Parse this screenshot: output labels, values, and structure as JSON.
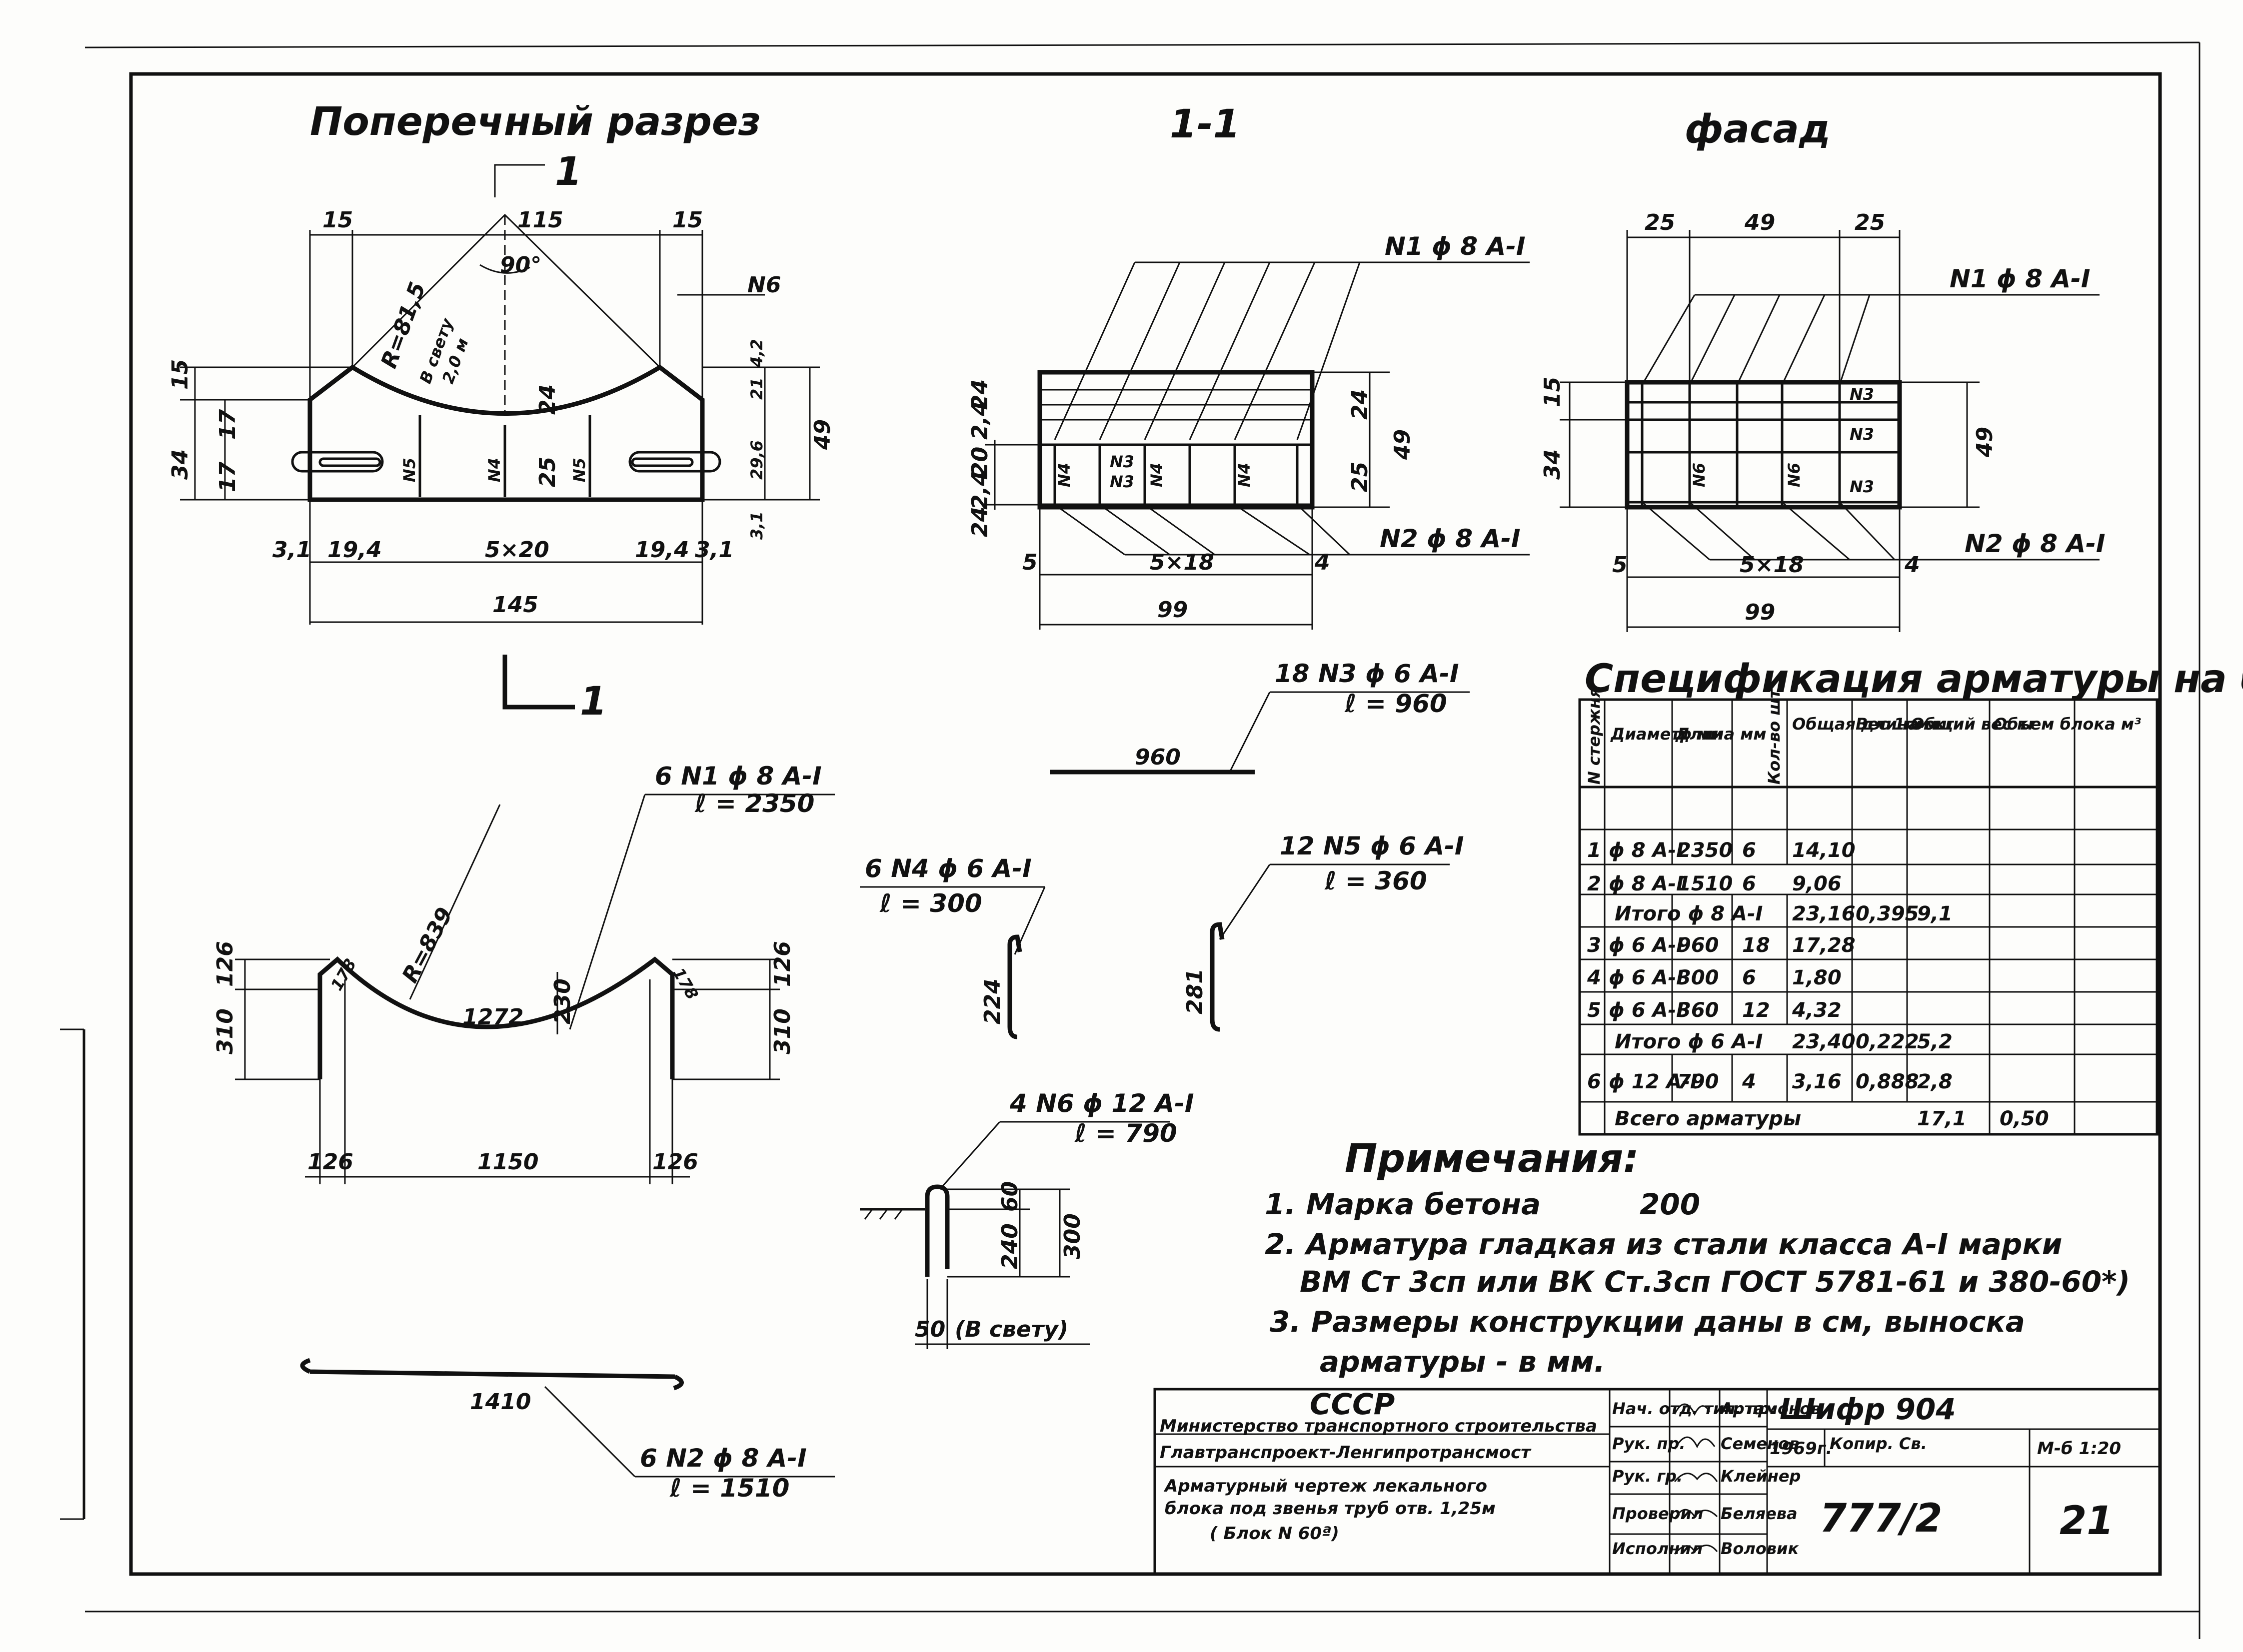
{
  "views": {
    "cross_section_title": "Поперечный разрез",
    "section_title": "1-1",
    "facade_title": "фасад",
    "cut_mark_top": "1",
    "cut_mark_bottom": "1"
  },
  "cross_section": {
    "dims": {
      "top_left": "15",
      "top_mid": "115",
      "top_right": "15",
      "angle": "90°",
      "radius": "R=81,5",
      "clear": "В свету",
      "clear_val": "2,0 м",
      "label_n6": "N6",
      "left_15": "15",
      "left_34": "34",
      "left_17a": "17",
      "left_17b": "17",
      "inner_24": "24",
      "inner_25": "25",
      "inner_n4": "N4",
      "inner_n5a": "N5",
      "inner_n5b": "N5",
      "right_4_2": "4,2",
      "right_21": "21",
      "right_29_6": "29,6",
      "right_3_1": "3,1",
      "right_49": "49",
      "bot_3_1a": "3,1",
      "bot_19_4a": "19,4",
      "bot_5x20": "5×20",
      "bot_19_4b": "19,4",
      "bot_3_1b": "3,1",
      "bot_145": "145"
    }
  },
  "section_1_1": {
    "n1_label": "N1 ϕ 8 A-I",
    "n2_label": "N2 ϕ 8 A-I",
    "dims": {
      "left_24": "24",
      "left_20": "20",
      "left_2_4a": "2,4",
      "left_2_4b": "2,4",
      "left_24b": "24",
      "right_24": "24",
      "right_25": "25",
      "right_49": "49",
      "bot_5": "5",
      "bot_5x18": "5×18",
      "bot_4": "4",
      "bot_99": "99",
      "n3a": "N3",
      "n3b": "N3",
      "n4a": "N4",
      "n4b": "N4",
      "n4c": "N4"
    }
  },
  "facade": {
    "n1_label": "N1 ϕ 8 A-I",
    "n2_label": "N2 ϕ 8 A-I",
    "dims": {
      "top_25a": "25",
      "top_49": "49",
      "top_25b": "25",
      "left_15": "15",
      "left_34": "34",
      "right_49": "49",
      "n3a": "N3",
      "n3b": "N3",
      "n3c": "N3",
      "n6a": "N6",
      "n6b": "N6",
      "bot_5": "5",
      "bot_5x18": "5×18",
      "bot_4": "4",
      "bot_99": "99"
    }
  },
  "bars": {
    "n1": {
      "label": "6 N1 ϕ 8 A-I",
      "length": "ℓ = 2350",
      "radius": "R=839",
      "d126a": "126",
      "d178a": "178",
      "d310a": "310",
      "d1272": "1272",
      "d230": "230",
      "d178b": "178",
      "d126b": "126",
      "d310b": "310",
      "d126c": "126",
      "d1150": "1150",
      "d126d": "126"
    },
    "n2": {
      "label": "6 N2 ϕ 8 A-I",
      "length": "ℓ = 1510",
      "d1410": "1410"
    },
    "n3": {
      "label": "18 N3 ϕ 6 A-I",
      "length": "ℓ = 960",
      "d960": "960"
    },
    "n4": {
      "label": "6 N4 ϕ 6 A-I",
      "length": "ℓ = 300",
      "d224": "224"
    },
    "n5": {
      "label": "12 N5 ϕ 6 A-I",
      "length": "ℓ = 360",
      "d281": "281"
    },
    "n6": {
      "label": "4 N6 ϕ 12 A-I",
      "length": "ℓ = 790",
      "d60": "60",
      "d240": "240",
      "d300": "300",
      "d50": "50",
      "clear": "(В свету)"
    }
  },
  "spec": {
    "title": "Спецификация арматуры на блок",
    "headers": [
      "N стержня",
      "Диаметр мм",
      "Длина мм",
      "Кол-во шт",
      "Общая длина м",
      "Вес 1пм кг",
      "Общий вес кг",
      "Объем блока м³"
    ],
    "rows": [
      [
        "1",
        "ϕ 8 A-I",
        "2350",
        "6",
        "14,10",
        "",
        "",
        ""
      ],
      [
        "2",
        "ϕ 8 A-I",
        "1510",
        "6",
        "9,06",
        "",
        "",
        ""
      ],
      [
        "Итого ϕ 8 A-I",
        "",
        "",
        "",
        "23,16",
        "0,395",
        "9,1",
        ""
      ],
      [
        "3",
        "ϕ 6 A-I",
        "960",
        "18",
        "17,28",
        "",
        "",
        ""
      ],
      [
        "4",
        "ϕ 6 A-I",
        "300",
        "6",
        "1,80",
        "",
        "",
        ""
      ],
      [
        "5",
        "ϕ 6 A-I",
        "360",
        "12",
        "4,32",
        "",
        "",
        ""
      ],
      [
        "Итого ϕ 6 A-I",
        "",
        "",
        "",
        "23,40",
        "0,222",
        "5,2",
        ""
      ],
      [
        "6",
        "ϕ 12 A-I",
        "790",
        "4",
        "3,16",
        "0,888",
        "2,8",
        ""
      ],
      [
        "Всего арматуры",
        "",
        "",
        "",
        "",
        "",
        "17,1",
        "0,50"
      ]
    ]
  },
  "notes": {
    "title": "Примечания:",
    "n1": "1. Марка бетона",
    "n1_val": "200",
    "n2a": "2. Арматура гладкая из стали класса A-I марки",
    "n2b": "ВМ Ст 3сп или ВК Ст.3сп ГОСТ 5781-61 и 380-60*)",
    "n3a": "3. Размеры конструкции даны в см, выноска",
    "n3b": "арматуры - в мм."
  },
  "title_block": {
    "org1": "СССР",
    "org2": "Министерство транспортного строительства",
    "org3": "Главтранспроект-Ленгипротрансмост",
    "desc1": "Арматурный чертеж лекального",
    "desc2": "блока под звенья труб отв. 1,25м",
    "desc3": "( Блок N 60ª)",
    "roles": [
      "Нач. отд. тип. пр.",
      "Рук. пр.",
      "Рук. гр.",
      "Проверил",
      "Исполнил"
    ],
    "names": [
      "Артамонов",
      "Семенов",
      "Клейнер",
      "Беляева",
      "Воловик"
    ],
    "code": "Шифр 904",
    "year": "1969г.",
    "copy": "Копир. Св.",
    "scale": "М-б 1:20",
    "number": "777/2",
    "sheet": "21"
  }
}
